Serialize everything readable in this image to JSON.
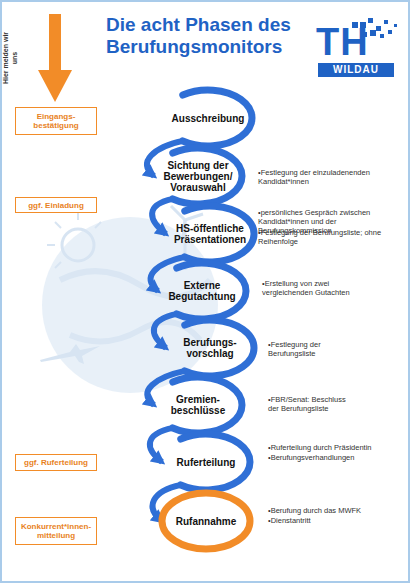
{
  "diagram": {
    "title": "Die acht Phasen des Berufungsmonitors",
    "nodes": [
      {
        "text": [
          "Ausschreibung"
        ]
      },
      {
        "text": [
          "Sichtung der Bewerbungen/ Vorauswahl"
        ]
      },
      {
        "text": [
          "HS-öffentliche Präsentationen"
        ]
      },
      {
        "text": [
          "Externe Begutachtung"
        ]
      },
      {
        "text": [
          "Berufungs- vorschlag"
        ]
      },
      {
        "text": [
          "Gremien- beschlüsse"
        ]
      },
      {
        "text": [
          "Ruferteilung"
        ]
      },
      {
        "text": [
          "Rufannahme"
        ]
      },
      {
        "text": [
          "Eingangs- bestätigung"
        ]
      },
      {
        "text": [
          "ggf. Einladung"
        ]
      },
      {
        "text": [
          "ggf. Ruferteilung"
        ]
      },
      {
        "text": [
          "Konkurrent*innen- mitteilung"
        ]
      }
    ],
    "edges": [
      {
        "from": 0,
        "to": 1,
        "arrow": "to"
      },
      {
        "from": 1,
        "to": 2,
        "arrow": "to"
      },
      {
        "from": 2,
        "to": 3,
        "arrow": "to"
      },
      {
        "from": 3,
        "to": 4,
        "arrow": "to"
      },
      {
        "from": 4,
        "to": 5,
        "arrow": "to"
      },
      {
        "from": 5,
        "to": 6,
        "arrow": "to"
      },
      {
        "from": 6,
        "to": 7,
        "arrow": "to"
      }
    ],
    "labels": [
      "Hier melden wir uns",
      "TH",
      "WILDAU",
      "•Festlegung der einzuladenenden Kandidat*innen",
      "•persönliches Gespräch zwischen Kandidat*innen und der Berufungskommission",
      "•Festlegung der Berufungsliste; ohne Reihenfolge",
      "•Erstellung von zwei vergleichenden Gutachten",
      "•Festlegung der Berufungsliste",
      "•FBR/Senat: Beschluss der Berufungsliste",
      "•Ruferteilung durch Präsidentin",
      "•Berufungsverhandlungen",
      "•Berufung durch das MWFK",
      "•Dienstantritt"
    ]
  }
}
